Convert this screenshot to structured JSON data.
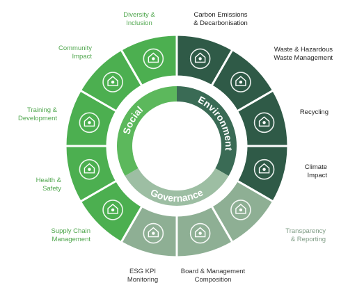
{
  "colors": {
    "social": "#4caf50",
    "social_ring": "#5cb85c",
    "environment": "#2f5a47",
    "environment_ring": "#3a6b55",
    "governance": "#8eaf94",
    "governance_ring": "#9dbea3",
    "social_text": "#4fa64d",
    "environment_text": "#1e1e1e",
    "governance_text": "#7f9c85",
    "bottom_text": "#333333"
  },
  "rings": {
    "social": "Social",
    "environment": "Environment",
    "governance": "Governance"
  },
  "segments": [
    {
      "key": "carbon",
      "pillar": "environment",
      "icon": "car-emissions-icon",
      "lines": [
        "Carbon Emissions",
        "& Decarbonisation"
      ]
    },
    {
      "key": "waste",
      "pillar": "environment",
      "icon": "hazardous-barrel-icon",
      "lines": [
        "Waste & Hazardous",
        "Waste Management"
      ]
    },
    {
      "key": "recycling",
      "pillar": "environment",
      "icon": "recycle-icon",
      "lines": [
        "Recycling"
      ]
    },
    {
      "key": "climate",
      "pillar": "environment",
      "icon": "globe-sprout-icon",
      "lines": [
        "Climate",
        "Impact"
      ]
    },
    {
      "key": "transparency",
      "pillar": "governance",
      "icon": "report-chart-icon",
      "lines": [
        "Transparency",
        "& Reporting"
      ]
    },
    {
      "key": "board",
      "pillar": "governance",
      "icon": "board-group-icon",
      "lines": [
        "Board & Management",
        "Composition"
      ]
    },
    {
      "key": "esg_kpi",
      "pillar": "governance",
      "icon": "kpi-target-icon",
      "lines": [
        "ESG KPI",
        "Monitoring"
      ]
    },
    {
      "key": "supply",
      "pillar": "social",
      "icon": "supply-chain-icon",
      "lines": [
        "Supply Chain",
        "Management"
      ]
    },
    {
      "key": "health",
      "pillar": "social",
      "icon": "hard-hat-icon",
      "lines": [
        "Health &",
        "Safety"
      ]
    },
    {
      "key": "training",
      "pillar": "social",
      "icon": "presentation-icon",
      "lines": [
        "Training &",
        "Development"
      ]
    },
    {
      "key": "community",
      "pillar": "social",
      "icon": "community-people-icon",
      "lines": [
        "Community",
        "Impact"
      ]
    },
    {
      "key": "diversity",
      "pillar": "social",
      "icon": "diversity-hands-icon",
      "lines": [
        "Diversity &",
        "Inclusion"
      ]
    }
  ]
}
